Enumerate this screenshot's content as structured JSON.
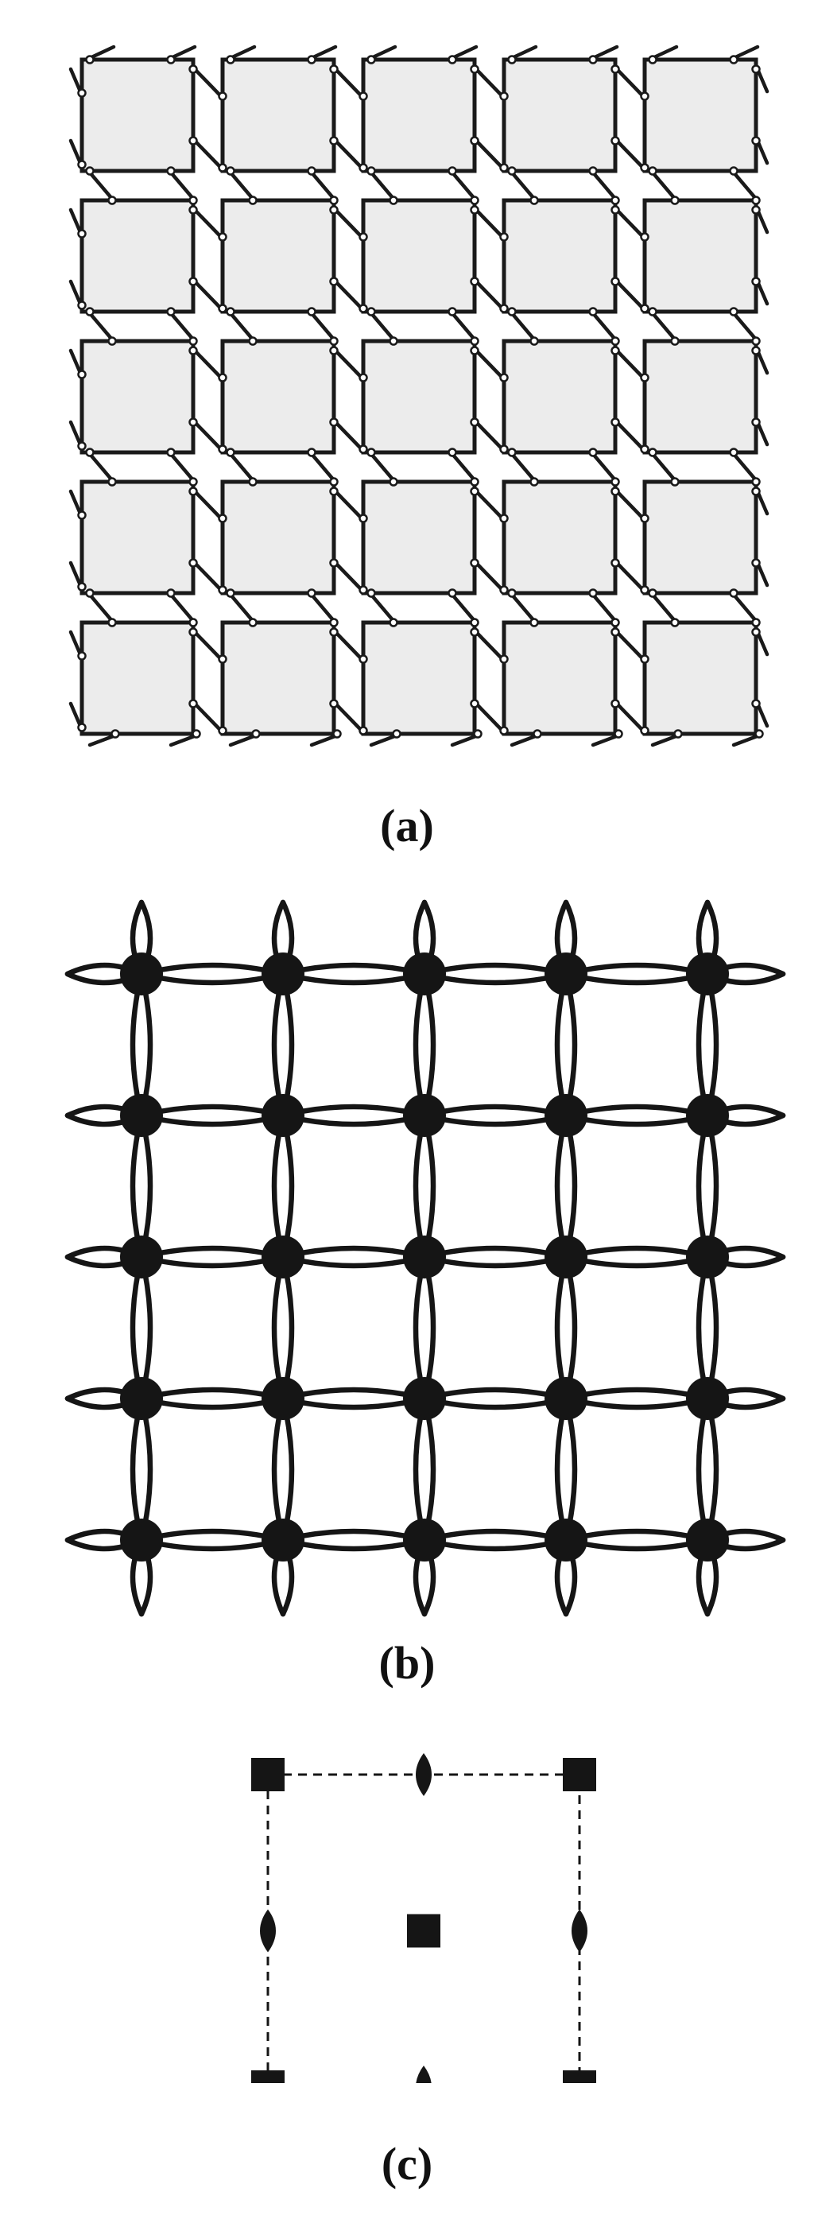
{
  "figure": {
    "panel_a": {
      "label": "(a)",
      "grid": {
        "rows": 5,
        "cols": 5
      },
      "square_fill": "#ececec",
      "stroke": "#1a1a1a"
    },
    "panel_b": {
      "label": "(b)",
      "grid": {
        "rows": 5,
        "cols": 5
      },
      "node_fill": "#151515",
      "stroke": "#151515"
    },
    "panel_c": {
      "label": "(c)",
      "stroke": "#151515",
      "symbols": [
        "square-symbol",
        "diamond-symbol"
      ]
    }
  }
}
